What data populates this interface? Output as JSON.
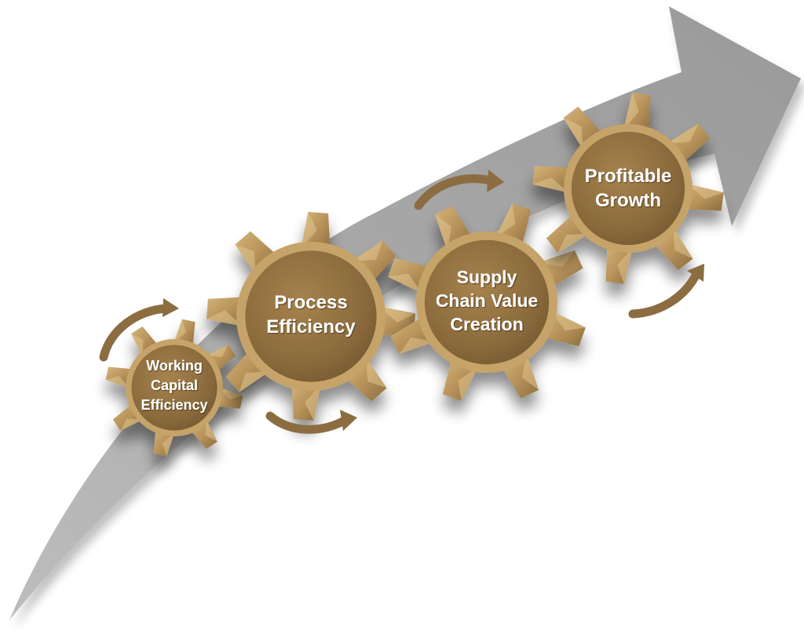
{
  "colors": {
    "background": "#ffffff",
    "growth_arrow": "#a3a3a3",
    "gear_light": "#c9a66b",
    "gear_mid": "#ad8a52",
    "gear_dark": "#7d6238",
    "cycle_arrow": "#8c6d41",
    "label": "#ffffff"
  },
  "diagram": {
    "gears": [
      {
        "name": "working-capital-efficiency",
        "lines": [
          "Working",
          "Capital",
          "Efficiency"
        ]
      },
      {
        "name": "process-efficiency",
        "lines": [
          "Process",
          "Efficiency"
        ]
      },
      {
        "name": "supply-chain-value-creation",
        "lines": [
          "Supply",
          "Chain Value",
          "Creation"
        ]
      },
      {
        "name": "profitable-growth",
        "lines": [
          "Profitable",
          "Growth"
        ]
      }
    ]
  }
}
